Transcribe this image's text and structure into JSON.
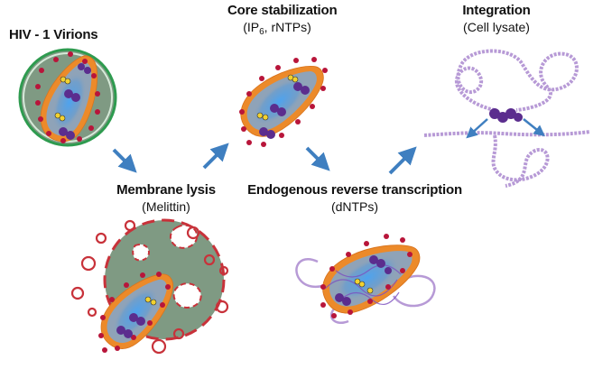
{
  "steps": {
    "virions": {
      "title": "HIV - 1 Virions"
    },
    "lysis": {
      "title": "Membrane lysis",
      "condition": "(Melittin)"
    },
    "stabilization": {
      "title": "Core stabilization",
      "cond_open": "(IP",
      "cond_sub": "6",
      "cond_rest": ", rNTPs)"
    },
    "ert": {
      "title": "Endogenous reverse transcription",
      "condition": "(dNTPs)"
    },
    "integration": {
      "title": "Integration",
      "condition": "(Cell lysate)"
    }
  },
  "colors": {
    "membrane_fill": "#7f9a83",
    "membrane_edge": "#2e9b4f",
    "capsid_orange": "#ec8a2a",
    "capsid_dots": "#b8153a",
    "capsid_inner": "#8fa3b8",
    "rna_blue": "#3d8fe0",
    "integrase_purple": "#5b2d8e",
    "rt_yellow": "#f2d230",
    "dna_lavender": "#b79ad6",
    "arrow_blue": "#3f7fc0",
    "lysis_red": "#c8323a"
  },
  "icons": [
    "hiv-virion-icon",
    "capsid-core-icon",
    "reverse-transcription-core-icon",
    "integration-dna-icon",
    "lysed-membrane-icon"
  ]
}
